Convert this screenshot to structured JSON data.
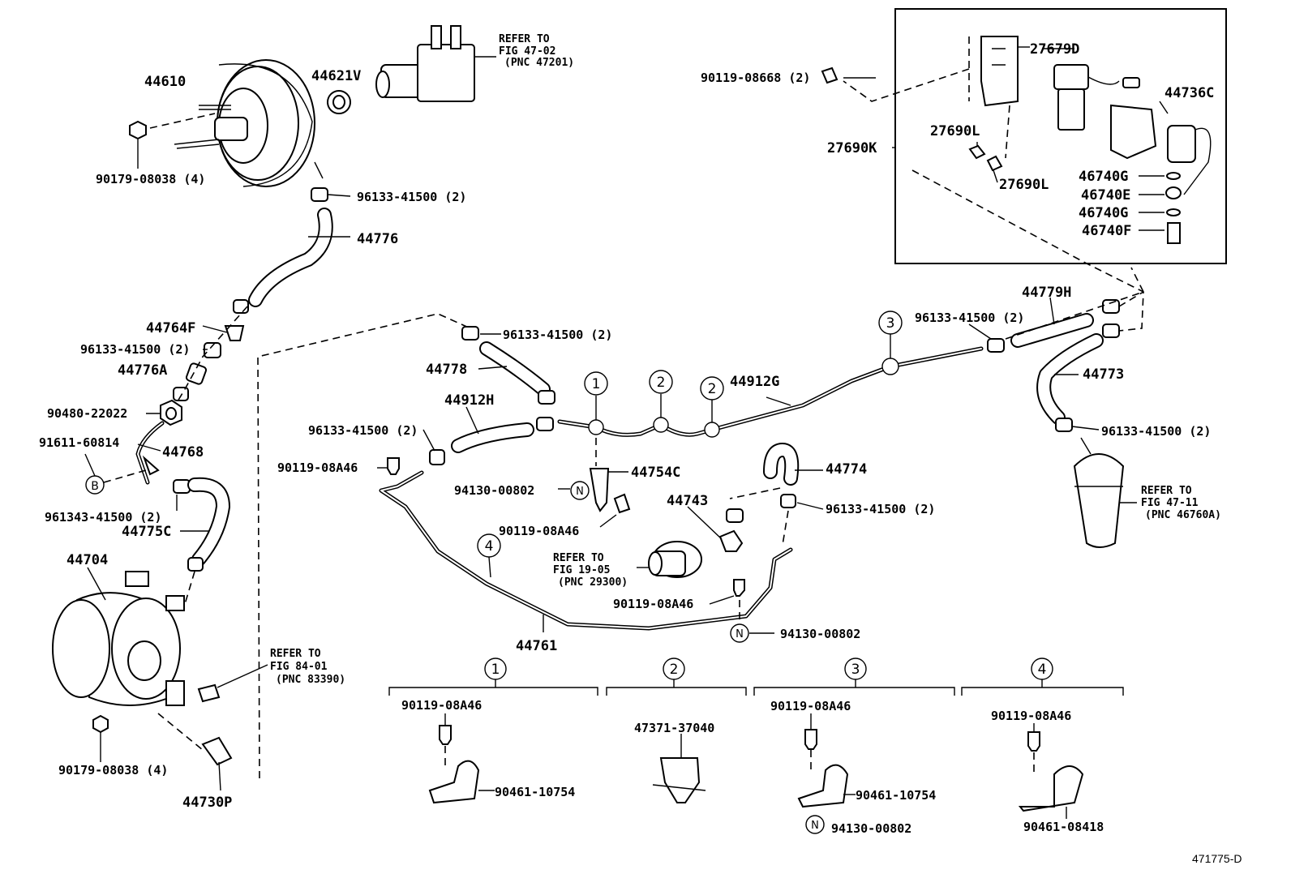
{
  "diagram_id": "471775-D",
  "parts": {
    "p44610": "44610",
    "p44621V": "44621V",
    "p90179a": "90179-08038 (4)",
    "p96133_top": "96133-41500 (2)",
    "p44776": "44776",
    "p44764F": "44764F",
    "p96133_left": "96133-41500 (2)",
    "p44776A": "44776A",
    "p90480": "90480-22022",
    "p91611": "91611-60814",
    "p44768": "44768",
    "p961343": "961343-41500 (2)",
    "p44775C": "44775C",
    "p44704": "44704",
    "p90179b": "90179-08038 (4)",
    "p44730P": "44730P",
    "p44778": "44778",
    "p96133_mid": "96133-41500 (2)",
    "p44912H": "44912H",
    "p96133_h": "96133-41500 (2)",
    "p90119_a": "90119-08A46",
    "p44754C": "44754C",
    "p94130_a": "94130-00802",
    "p90119_b": "90119-08A46",
    "p44743": "44743",
    "p44774": "44774",
    "p96133_774": "96133-41500 (2)",
    "p90119_c": "90119-08A46",
    "p94130_b": "94130-00802",
    "p44761": "44761",
    "p44912G": "44912G",
    "p96133_r": "96133-41500 (2)",
    "p44779H": "44779H",
    "p44773": "44773",
    "p96133_773": "96133-41500 (2)",
    "p90119_08668": "90119-08668 (2)",
    "p27679D": "27679D",
    "p27690K": "27690K",
    "p27690L_a": "27690L",
    "p27690L_b": "27690L",
    "p44736C": "44736C",
    "p46740G_a": "46740G",
    "p46740E": "46740E",
    "p46740G_b": "46740G",
    "p46740F": "46740F"
  },
  "refer": {
    "r1": [
      "REFER TO",
      "FIG 47-02",
      "(PNC 47201)"
    ],
    "r2": [
      "REFER TO",
      "FIG 47-11",
      "(PNC 46760A)"
    ],
    "r3": [
      "REFER TO",
      "FIG 19-05",
      "(PNC 29300)"
    ],
    "r4": [
      "REFER TO",
      "FIG 84-01",
      "(PNC 83390)"
    ]
  },
  "markers": {
    "one": "1",
    "two": "2",
    "three": "3",
    "four": "4",
    "b": "B",
    "n": "N"
  },
  "details": {
    "d1": {
      "num": "1",
      "bolt": "90119-08A46",
      "clamp": "90461-10754"
    },
    "d2": {
      "num": "2",
      "clip": "47371-37040"
    },
    "d3": {
      "num": "3",
      "bolt": "90119-08A46",
      "clamp": "90461-10754",
      "nut": "94130-00802"
    },
    "d4": {
      "num": "4",
      "bolt": "90119-08A46",
      "clamp": "90461-08418"
    }
  }
}
